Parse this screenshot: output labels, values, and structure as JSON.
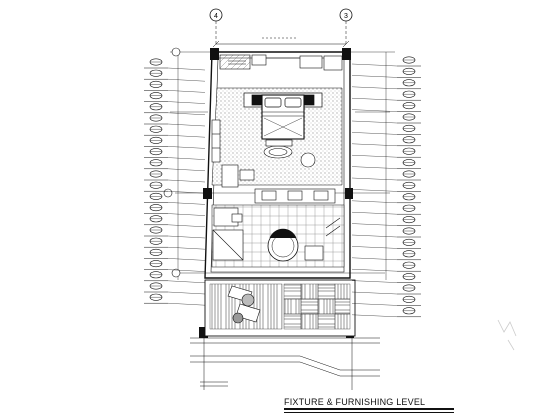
{
  "drawing": {
    "title": "FIXTURE & FURNISHING LEVEL",
    "grid_markers": [
      "4",
      "3"
    ],
    "line_color": "#111111",
    "fill_color": "#ffffff",
    "hatch_color": "#555555"
  }
}
